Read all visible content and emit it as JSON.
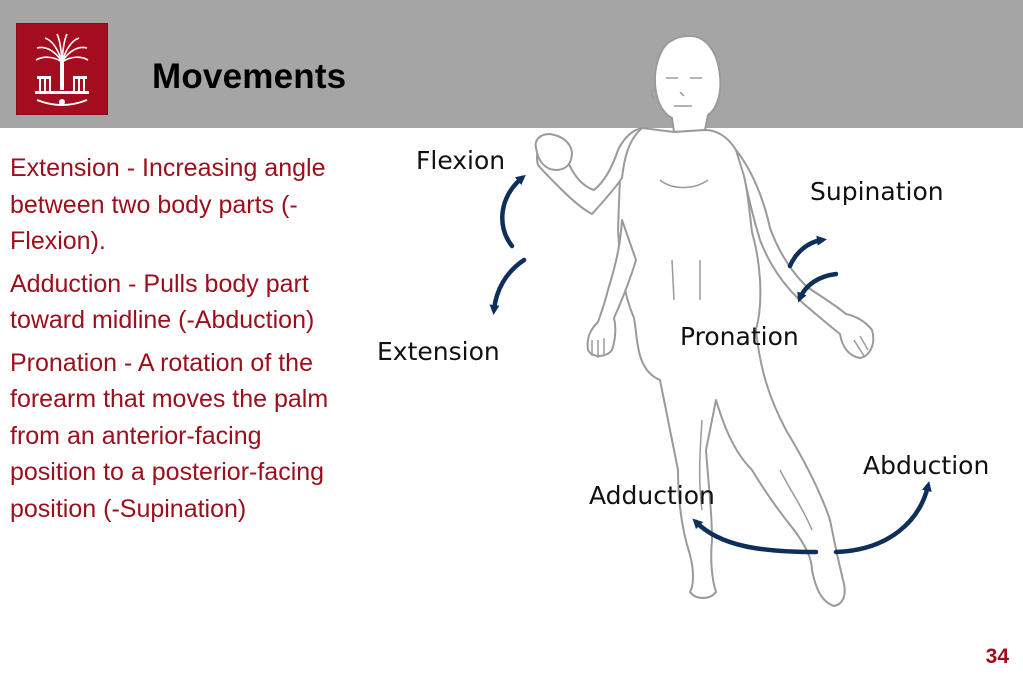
{
  "header": {
    "title": "Movements",
    "logo_color": "#a30d1f",
    "logo_icon": "palmetto-seal-icon"
  },
  "content": {
    "bullets": [
      "Extension - Increasing angle between two body parts (-Flexion).",
      "Adduction - Pulls body part toward midline (-Abduction)",
      "Pronation - A rotation of the forearm that moves the palm from an anterior-facing position to a posterior-facing position (-Supination)"
    ],
    "text_color": "#9b0e1c"
  },
  "figure": {
    "labels": {
      "flexion": "Flexion",
      "extension": "Extension",
      "supination": "Supination",
      "pronation": "Pronation",
      "abduction": "Abduction",
      "adduction": "Adduction"
    },
    "arrow_color": "#0d2f5a",
    "body_icon": "human-body-outline-icon"
  },
  "footer": {
    "page_number": "34"
  }
}
